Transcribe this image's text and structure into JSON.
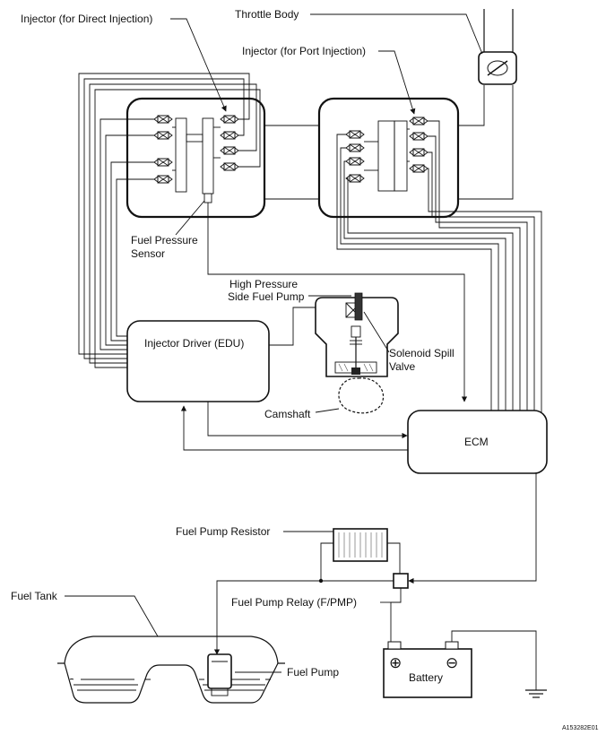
{
  "labels": {
    "injector_direct": "Injector (for Direct Injection)",
    "throttle_body": "Throttle Body",
    "injector_port": "Injector (for Port Injection)",
    "fuel_pressure_sensor_line1": "Fuel Pressure",
    "fuel_pressure_sensor_line2": "Sensor",
    "high_pressure_pump_line1": "High Pressure",
    "high_pressure_pump_line2": "Side Fuel Pump",
    "injector_driver": "Injector Driver (EDU)",
    "solenoid_valve_line1": "Solenoid Spill",
    "solenoid_valve_line2": "Valve",
    "camshaft": "Camshaft",
    "ecm": "ECM",
    "fuel_pump_resistor": "Fuel Pump Resistor",
    "fuel_tank": "Fuel Tank",
    "fuel_pump_relay": "Fuel Pump Relay (F/PMP)",
    "fuel_pump": "Fuel Pump",
    "battery": "Battery",
    "figure_code": "A153282E01"
  },
  "symbols": {
    "battery_positive": "⊕",
    "battery_negative": "⊖"
  }
}
